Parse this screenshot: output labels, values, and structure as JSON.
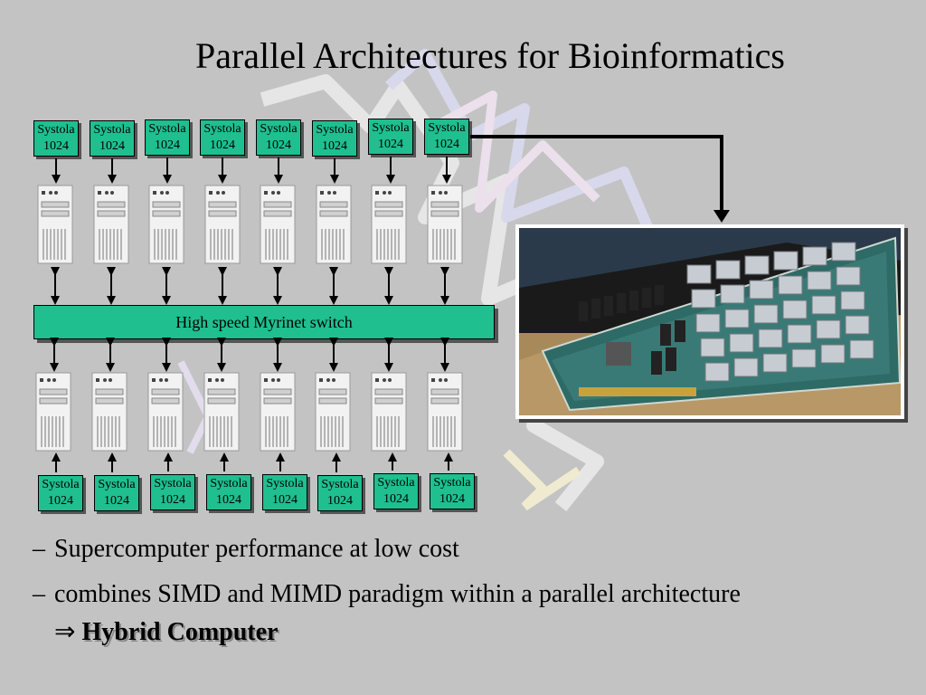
{
  "slide": {
    "title": "Parallel Architectures for Bioinformatics"
  },
  "systola_board": {
    "name": "Systola",
    "model": "1024"
  },
  "switch": {
    "label": "High speed Myrinet switch"
  },
  "bullets": [
    "Supercomputer performance at low cost",
    "combines SIMD and MIMD paradigm within a parallel architecture"
  ],
  "bullet_dash": "–",
  "implies_symbol": "⇒",
  "hybrid_label": "Hybrid Computer",
  "colors": {
    "background": "#c3c3c3",
    "board_fill": "#1fbf8f",
    "text": "#000000"
  }
}
